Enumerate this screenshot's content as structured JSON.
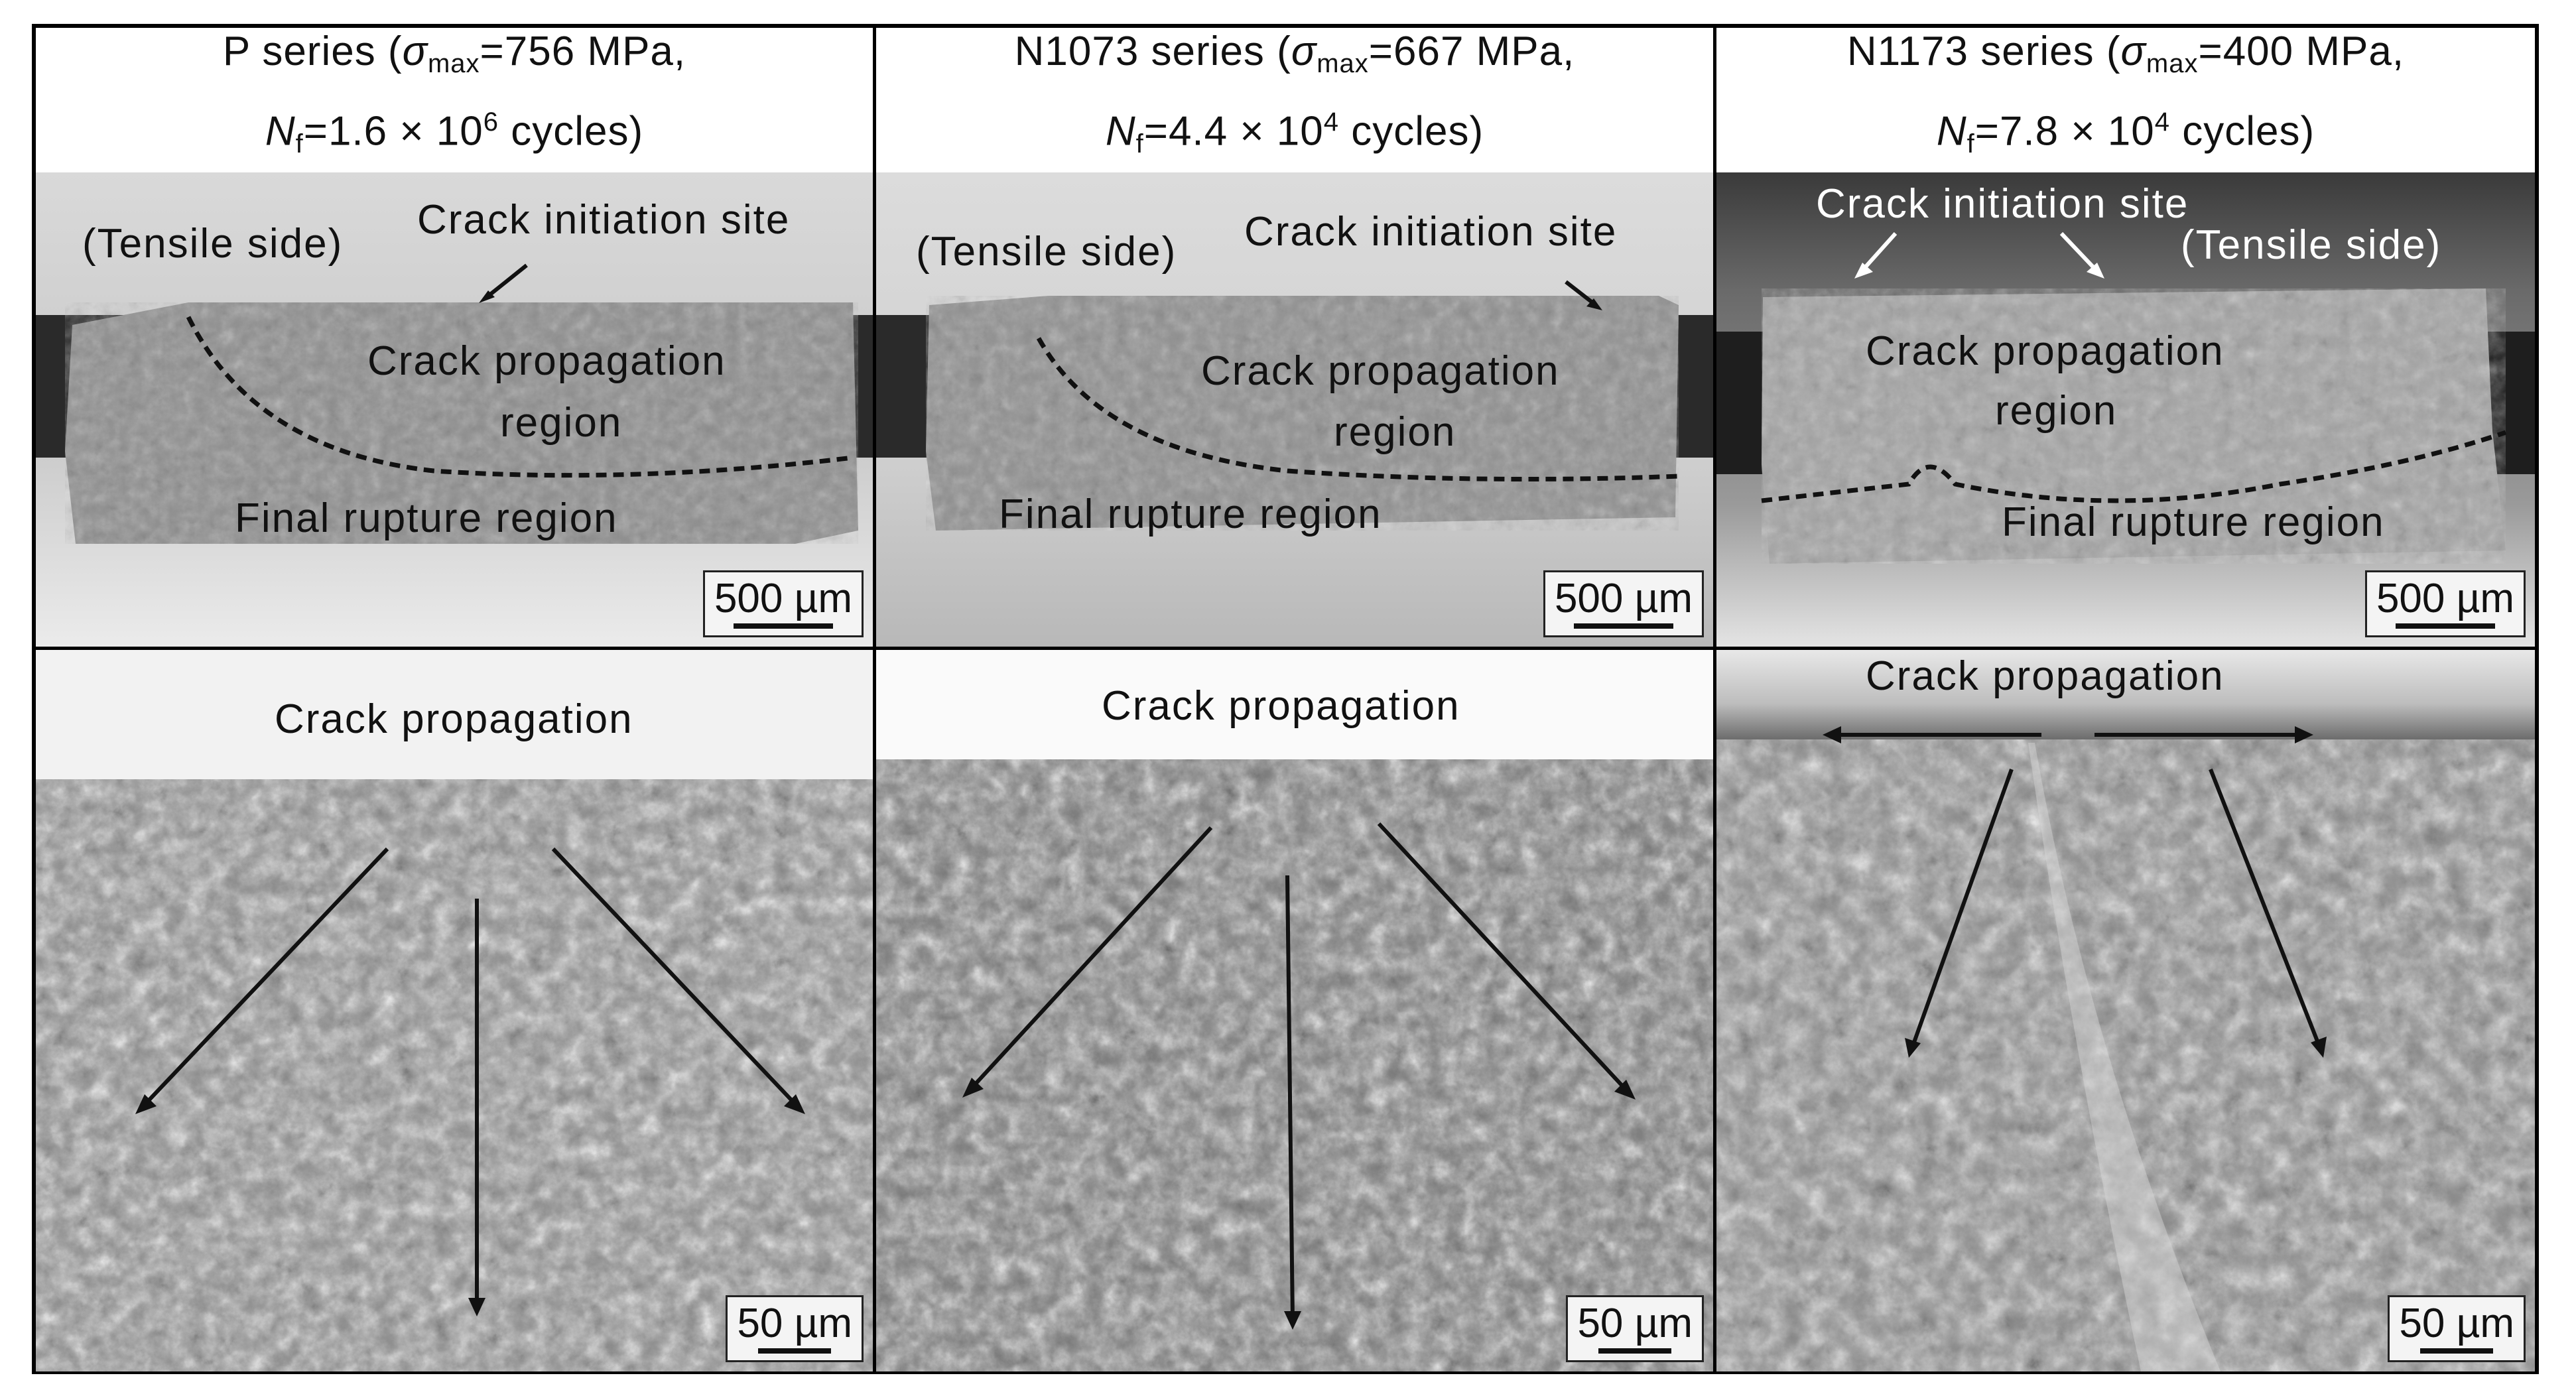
{
  "columns": [
    {
      "id": "p",
      "header": {
        "series": "P series (",
        "sigma": "σ",
        "sigma_sub": "max",
        "sigma_value": "=756 MPa,",
        "nf": "N",
        "nf_sub": "f",
        "nf_value": "=1.6 × 10",
        "nf_exp": "6",
        "nf_tail": " cycles)"
      },
      "top_labels": {
        "tensile": "(Tensile side)",
        "initiation": "Crack initiation site",
        "propagation_1": "Crack propagation",
        "propagation_2": "region",
        "final": "Final rupture region"
      },
      "top_scale": "500 µm",
      "bottom_label": "Crack propagation",
      "bottom_scale": "50 µm"
    },
    {
      "id": "n1073",
      "header": {
        "series": "N1073 series (",
        "sigma": "σ",
        "sigma_sub": "max",
        "sigma_value": "=667 MPa,",
        "nf": "N",
        "nf_sub": "f",
        "nf_value": "=4.4 × 10",
        "nf_exp": "4",
        "nf_tail": " cycles)"
      },
      "top_labels": {
        "tensile": "(Tensile side)",
        "initiation": "Crack initiation site",
        "propagation_1": "Crack propagation",
        "propagation_2": "region",
        "final": "Final rupture region"
      },
      "top_scale": "500 µm",
      "bottom_label": "Crack propagation",
      "bottom_scale": "50 µm"
    },
    {
      "id": "n1173",
      "header": {
        "series": "N1173 series (",
        "sigma": "σ",
        "sigma_sub": "max",
        "sigma_value": "=400 MPa,",
        "nf": "N",
        "nf_sub": "f",
        "nf_value": "=7.8 × 10",
        "nf_exp": "4",
        "nf_tail": " cycles)"
      },
      "top_labels": {
        "tensile": "(Tensile side)",
        "initiation": "Crack initiation site",
        "propagation_1": "Crack propagation",
        "propagation_2": "region",
        "final": "Final rupture region"
      },
      "top_scale": "500 µm",
      "bottom_label": "Crack propagation",
      "bottom_scale": "50 µm"
    }
  ]
}
